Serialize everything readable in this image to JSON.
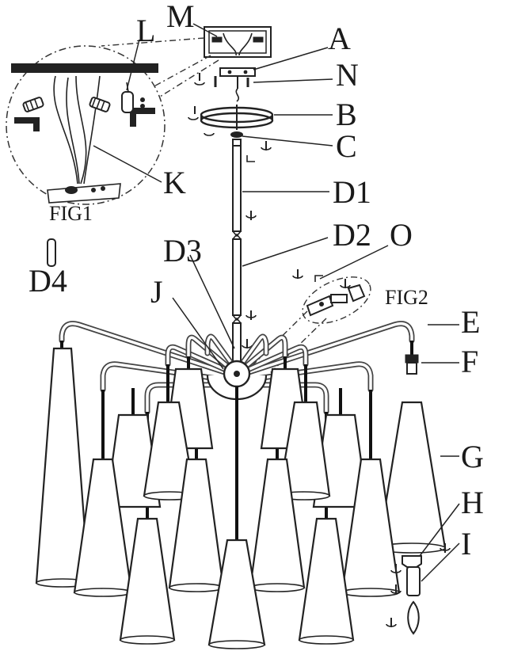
{
  "labels": {
    "M": "M",
    "L": "L",
    "A": "A",
    "N": "N",
    "B": "B",
    "C": "C",
    "K": "K",
    "D1": "D1",
    "D2": "D2",
    "O": "O",
    "D3": "D3",
    "D4": "D4",
    "J": "J",
    "E": "E",
    "F": "F",
    "G": "G",
    "H": "H",
    "I": "I"
  },
  "figures": {
    "fig1": "FIG1",
    "fig2": "FIG2"
  }
}
